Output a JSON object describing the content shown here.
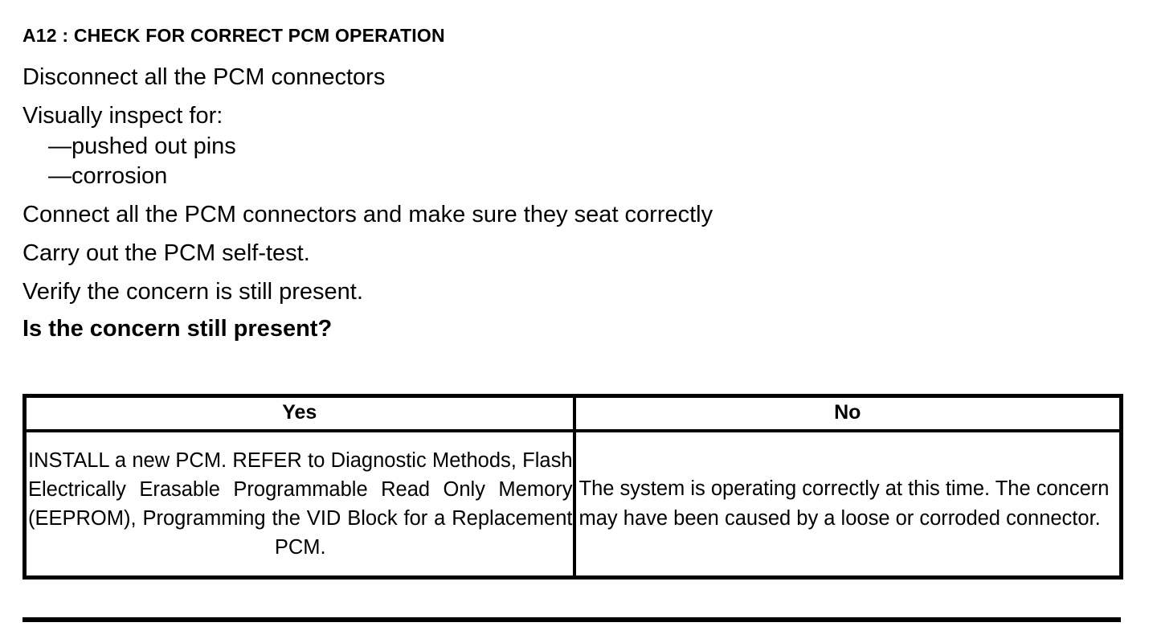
{
  "document": {
    "step_title": "A12 : CHECK FOR CORRECT PCM OPERATION",
    "instructions": {
      "disconnect": "Disconnect all the PCM connectors",
      "visually_inspect": "Visually inspect for:",
      "inspect_item_1": "—pushed out pins",
      "inspect_item_2": "—corrosion",
      "connect": "Connect all the PCM connectors and make sure they seat correctly",
      "self_test": "Carry out the PCM self-test.",
      "verify": "Verify the concern is still present."
    },
    "question": "Is the concern still present?",
    "decision_table": {
      "headers": [
        "Yes",
        "No"
      ],
      "rows": [
        {
          "yes": "INSTALL a new PCM. REFER to Diagnostic Methods, Flash Electrically Erasable Programmable Read Only Memory (EEPROM), Programming the VID Block for a Replacement PCM.",
          "no": "The system is operating correctly at this time. The concern may have been caused by a loose or corroded connector."
        }
      ]
    },
    "colors": {
      "ink": "#000000",
      "paper": "#ffffff"
    }
  }
}
